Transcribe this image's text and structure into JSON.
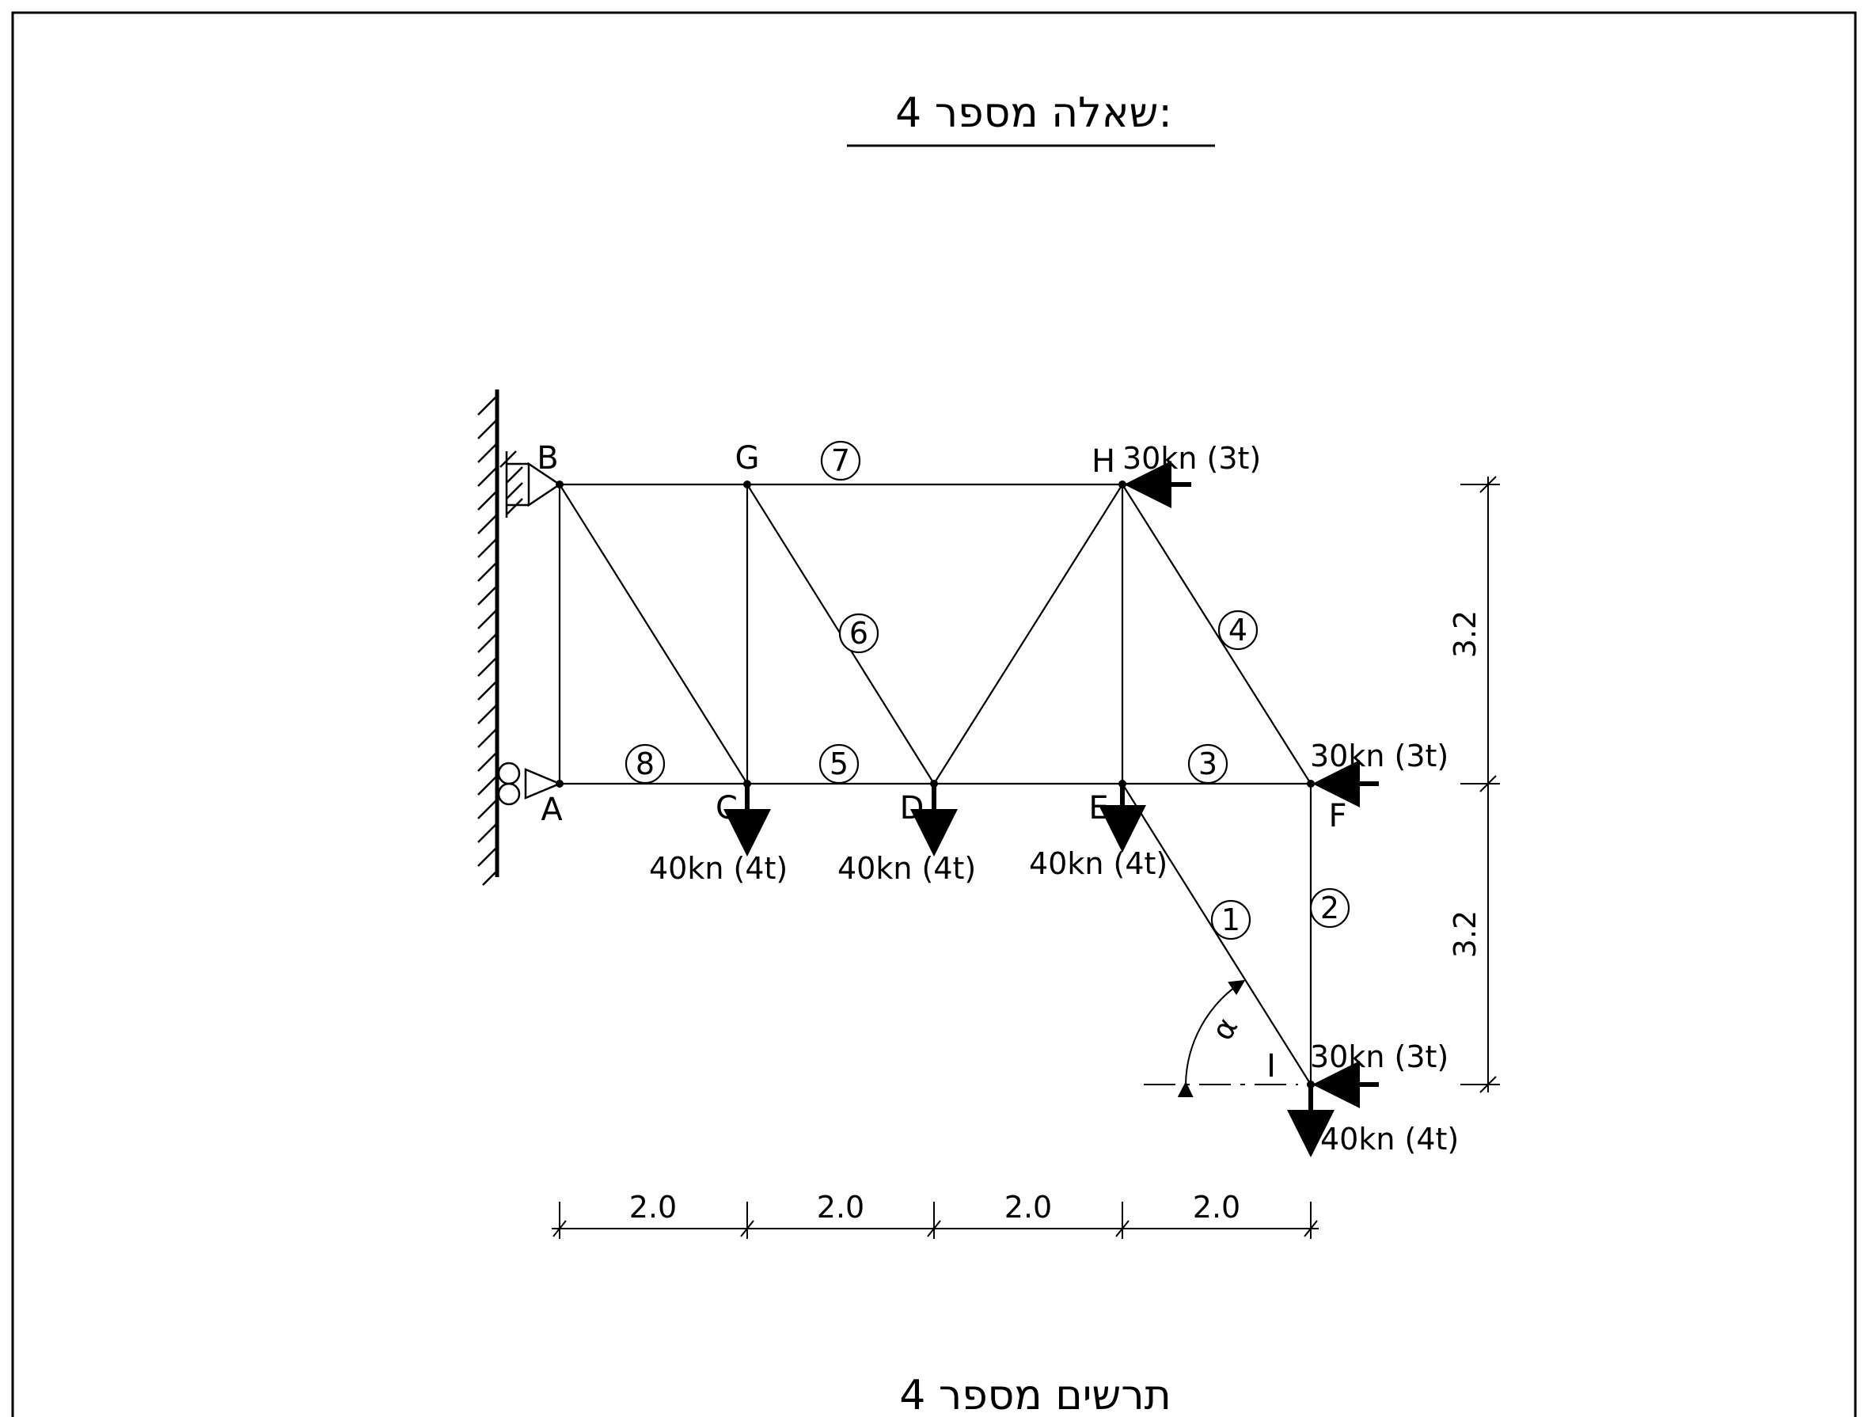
{
  "header": {
    "title": "שאלה מספר 4:"
  },
  "footer": {
    "caption": "תרשים מספר 4"
  },
  "nodes": {
    "A": {
      "label": "A"
    },
    "B": {
      "label": "B"
    },
    "C": {
      "label": "C"
    },
    "D": {
      "label": "D"
    },
    "E": {
      "label": "E"
    },
    "F": {
      "label": "F"
    },
    "G": {
      "label": "G"
    },
    "H": {
      "label": "H"
    },
    "I": {
      "label": "I"
    }
  },
  "members": {
    "m1": "1",
    "m2": "2",
    "m3": "3",
    "m4": "4",
    "m5": "5",
    "m6": "6",
    "m7": "7",
    "m8": "8"
  },
  "loads": {
    "c": "40kn (4t)",
    "d": "40kn (4t)",
    "e": "40kn (4t)",
    "h": "30kn (3t)",
    "f": "30kn (3t)",
    "i_h": "30kn (3t)",
    "i_v": "40kn (4t)"
  },
  "angle": {
    "label": "α"
  },
  "dimensions": {
    "horizontal": [
      "2.0",
      "2.0",
      "2.0",
      "2.0"
    ],
    "vertical": [
      "3.2",
      "3.2"
    ]
  },
  "colors": {
    "ink": "#000000",
    "background": "#ffffff"
  }
}
